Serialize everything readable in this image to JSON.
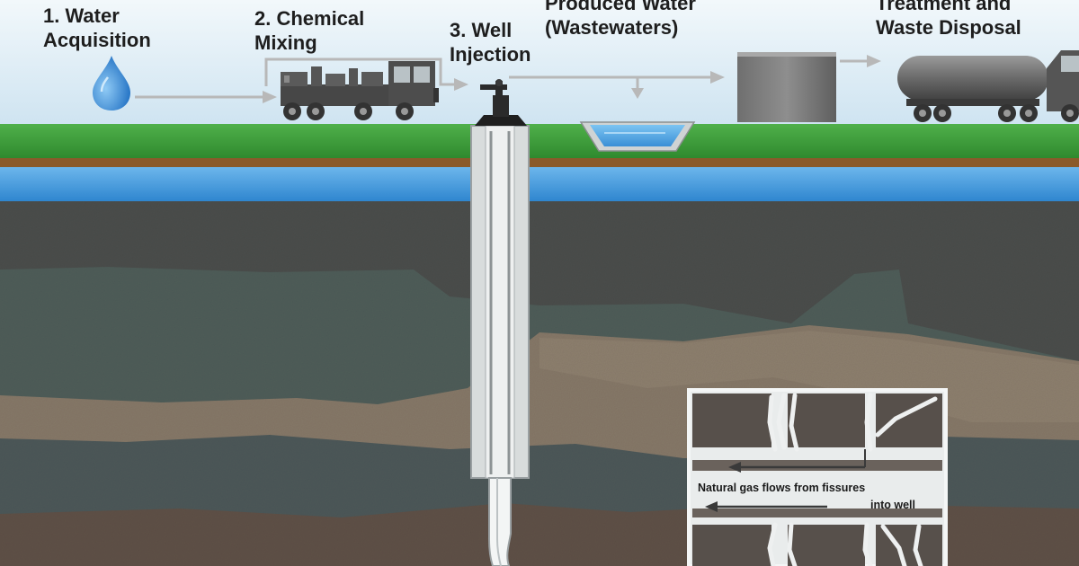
{
  "steps": [
    {
      "id": "water-acquisition",
      "lines": [
        "1. Water",
        "Acquisition"
      ]
    },
    {
      "id": "chemical-mixing",
      "lines": [
        "2. Chemical",
        "Mixing"
      ]
    },
    {
      "id": "well-injection",
      "lines": [
        "3. Well",
        "Injection"
      ]
    },
    {
      "id": "produced-water",
      "lines": [
        "Produced Water",
        "(Wastewaters)"
      ]
    },
    {
      "id": "waste-disposal",
      "lines": [
        "Treatment and",
        "Waste Disposal"
      ]
    }
  ],
  "inset": {
    "caption_line1": "Natural gas flows from fissures",
    "caption_line2": "into well"
  },
  "icons": [
    "water-drop-icon",
    "mixing-truck-icon",
    "wellhead-icon",
    "wastewater-pit-icon",
    "storage-tank-icon",
    "tanker-truck-icon"
  ],
  "colors": {
    "sky": "#dfeef6",
    "grass": "#3e9a3a",
    "soil": "#8a5a2b",
    "aquifer": "#4a9fe0",
    "rock_dark": "#4a4d4b",
    "rock_teal": "#4e5c58",
    "rock_tan": "#857767",
    "rock_brown": "#5e5046",
    "well_casing": "#d8dcdc",
    "flow_arrow": "#b8b8b8"
  }
}
